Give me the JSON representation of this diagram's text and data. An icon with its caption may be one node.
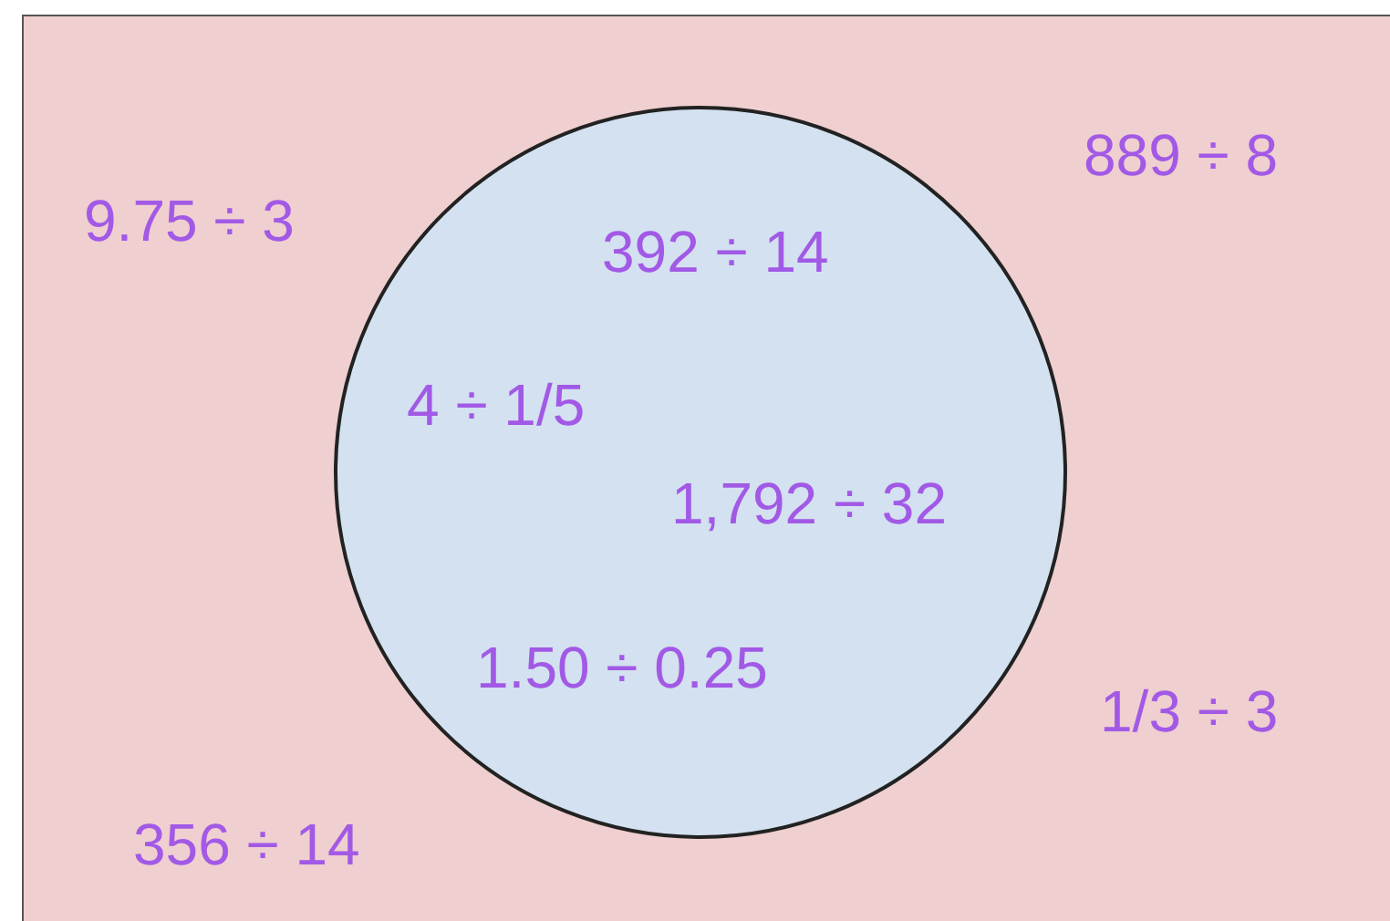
{
  "diagram": {
    "nodes": [
      {
        "text": [
          "9.75 ÷ 3",
          "889 ÷ 8",
          "1/3 ÷ 3",
          "356 ÷ 14"
        ]
      },
      {
        "text": [
          "392 ÷ 14",
          "4 ÷ 1/5",
          "1,792 ÷ 32",
          "1.50 ÷ 0.25"
        ],
        "in": 0
      }
    ]
  }
}
